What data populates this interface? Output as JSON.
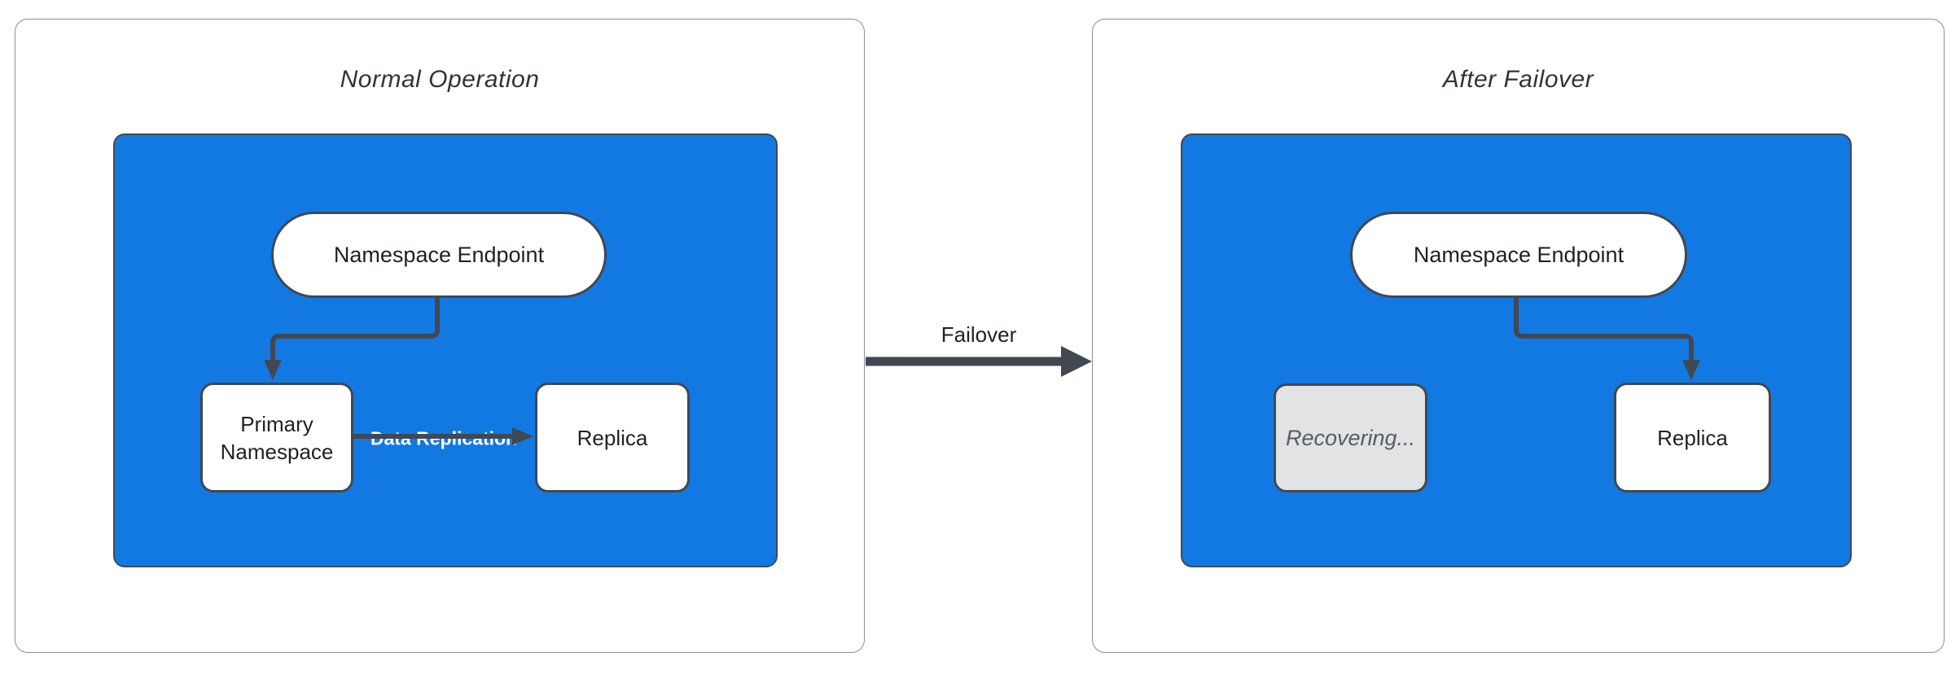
{
  "colors": {
    "canvas-bg": "#ffffff",
    "panel-border": "#8a8f98",
    "blue-fill": "#1279e3",
    "stroke-dark": "#414851",
    "node-fill": "#ffffff",
    "recovering-fill": "#e2e3e5",
    "text-dark": "#1d2126",
    "text-title": "#303439",
    "text-muted": "#575d66",
    "label-on-blue": "#ffffff"
  },
  "left_panel": {
    "title": "Normal Operation",
    "endpoint": "Namespace Endpoint",
    "primary": "Primary Namespace",
    "replica": "Replica",
    "replication_label": "Data Replication"
  },
  "failover": {
    "label": "Failover"
  },
  "right_panel": {
    "title": "After Failover",
    "endpoint": "Namespace Endpoint",
    "recovering": "Recovering...",
    "replica": "Replica"
  }
}
